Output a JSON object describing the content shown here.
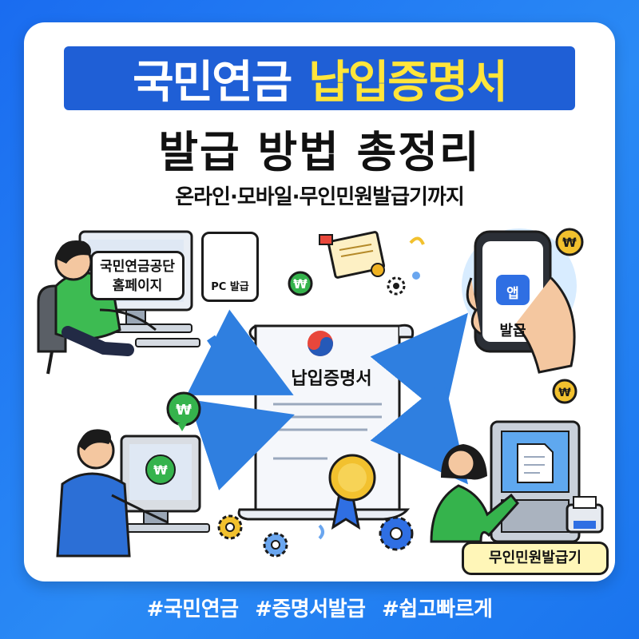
{
  "title": {
    "part1": "국민연금",
    "part2": "납입증명서"
  },
  "subtitle": "발급 방법 총정리",
  "tagline": "온라인·모바일·무인민원발급기까지",
  "pc_section": {
    "site_label_line1": "국민연금공단",
    "site_label_line2": "홈페이지",
    "pc_badge": "PC 발급"
  },
  "center_document": {
    "title": "납입증명서"
  },
  "mobile_section": {
    "app_badge": "앱",
    "issue_label": "발급"
  },
  "kiosk_section": {
    "label": "무인민원발급기"
  },
  "hashtags": [
    "#국민연금",
    "#증명서발급",
    "#쉽고빠르게"
  ],
  "currency_symbol": "₩",
  "colors": {
    "background": "#1f75ee",
    "title_bar": "#1f5fd6",
    "title_highlight": "#ffe53a",
    "arrow": "#2f7fe0",
    "green": "#2fb34a",
    "kiosk_label_bg": "#fff6b8"
  },
  "icons": [
    "pc-user",
    "document-icon",
    "certificate-icon",
    "gear-icon",
    "won-coin-icon",
    "smartphone-icon",
    "kiosk-icon",
    "printer-icon",
    "medal-icon",
    "arrow-icon"
  ]
}
